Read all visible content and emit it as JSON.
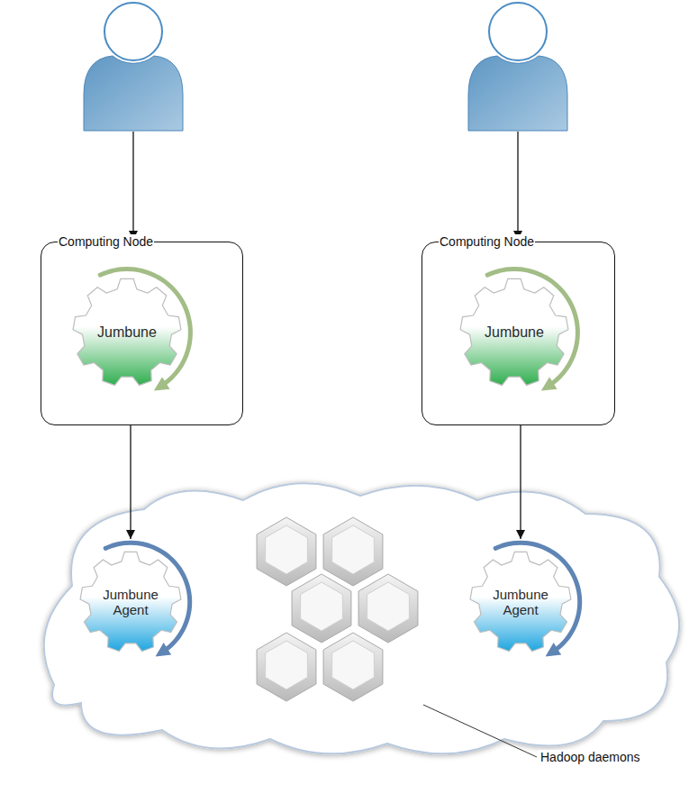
{
  "diagram": {
    "nodes": [
      {
        "text": [
          "Computing Node"
        ]
      },
      {
        "text": [
          "Jumbune"
        ],
        "in": 0
      },
      {
        "text": [
          "Computing Node"
        ]
      },
      {
        "text": [
          "Jumbune"
        ],
        "in": 2
      },
      {
        "text": [
          "Jumbune Agent"
        ]
      },
      {
        "text": [
          "Jumbune Agent"
        ]
      }
    ],
    "edges": [
      {
        "from": 0,
        "to": 4,
        "arrow": "to"
      },
      {
        "from": 2,
        "to": 5,
        "arrow": "to"
      }
    ],
    "labels": [
      "Hadoop daemons"
    ]
  }
}
